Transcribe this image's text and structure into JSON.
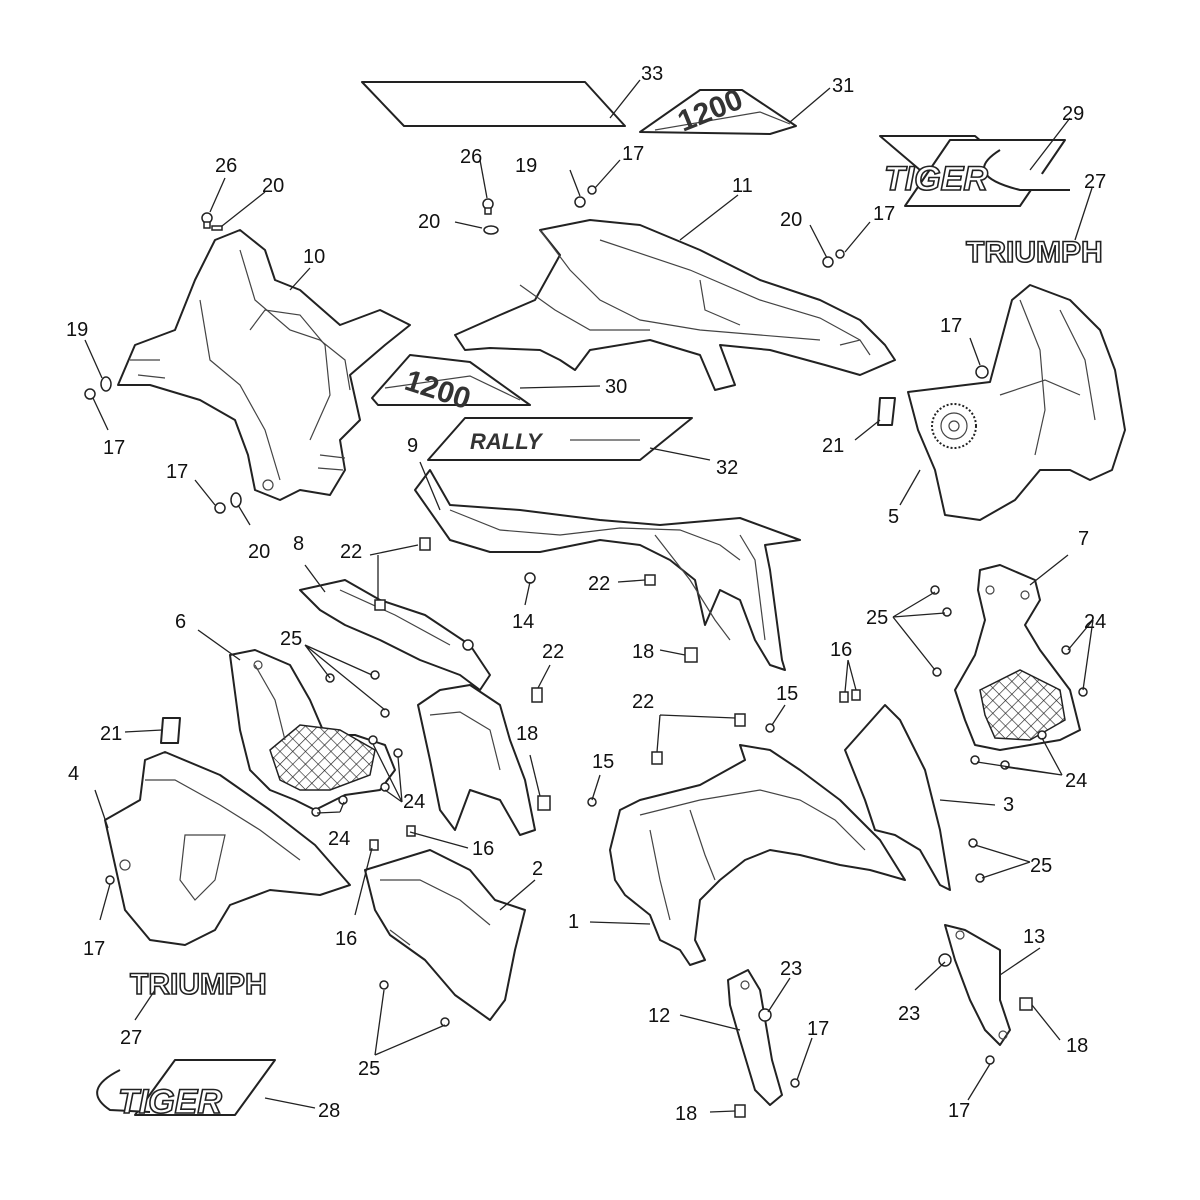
{
  "callouts": {
    "c33": "33",
    "c31": "31",
    "c29": "29",
    "c27a": "27",
    "c26a": "26",
    "c20a": "20",
    "c10": "10",
    "c19a": "19",
    "c17a": "17",
    "c26b": "26",
    "c19b": "19",
    "c17b": "17",
    "c20b": "20",
    "c11": "11",
    "c20c": "20",
    "c17c": "17",
    "c17d": "17",
    "c30": "30",
    "c32": "32",
    "c21a": "21",
    "c5": "5",
    "c17e": "17",
    "c20d": "20",
    "c9": "9",
    "c8": "8",
    "c22a": "22",
    "c22b": "22",
    "c14": "14",
    "c7": "7",
    "c25a": "25",
    "c24a": "24",
    "c6": "6",
    "c25b": "25",
    "c18a": "18",
    "c22c": "22",
    "c16a": "16",
    "c21b": "21",
    "c22d": "22",
    "c15a": "15",
    "c18b": "18",
    "c4": "4",
    "c15b": "15",
    "c3": "3",
    "c24b": "24",
    "c24c": "24",
    "c24d": "24",
    "c16b": "16",
    "c25c": "25",
    "c17f": "17",
    "c16c": "16",
    "c2": "2",
    "c1": "1",
    "c13": "13",
    "c27b": "27",
    "c23a": "23",
    "c17g": "17",
    "c23b": "23",
    "c12": "12",
    "c18c": "18",
    "c25d": "25",
    "c28": "28",
    "c18d": "18",
    "c17h": "17"
  },
  "decals": {
    "tiger": "TIGER",
    "triumph": "TRIUMPH",
    "model": "1200",
    "rally": "RALLY"
  }
}
